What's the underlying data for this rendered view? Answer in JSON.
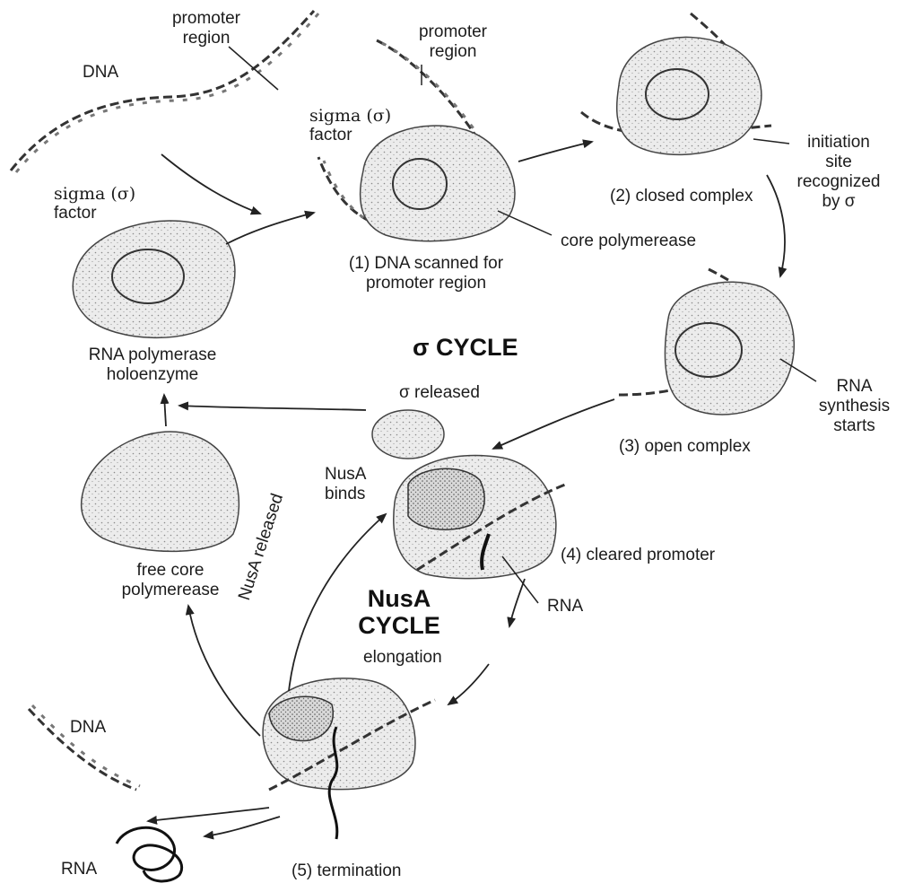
{
  "labels": {
    "promoter_top_left": [
      "promoter",
      "region"
    ],
    "promoter_top_center": [
      "promoter",
      "region"
    ],
    "dna_top": "DNA",
    "sigma_factor_center": [
      "sigma (σ)",
      "factor"
    ],
    "sigma_factor_left": [
      "sigma (σ)",
      "factor"
    ],
    "step1": [
      "(1) DNA scanned for",
      "promoter region"
    ],
    "step2": "(2) closed complex",
    "core_polymerease": "core polymerease",
    "initiation": [
      "initiation",
      "site",
      "recognized",
      "by σ"
    ],
    "holoenzyme": [
      "RNA polymerase",
      "holoenzyme"
    ],
    "sigma_cycle": "σ CYCLE",
    "sigma_released": "σ released",
    "rna_synthesis": [
      "RNA",
      "synthesis",
      "starts"
    ],
    "step3": "(3) open complex",
    "nusa_binds": [
      "NusA",
      "binds"
    ],
    "step4": "(4) cleared promoter",
    "free_core": [
      "free core",
      "polymerease"
    ],
    "nusa_cycle": [
      "NusA",
      "CYCLE"
    ],
    "nusa_released": "NusA released",
    "rna_mid": "RNA",
    "elongation": "elongation",
    "dna_bottom": "DNA",
    "rna_bottom": "RNA",
    "step5": "(5) termination"
  }
}
